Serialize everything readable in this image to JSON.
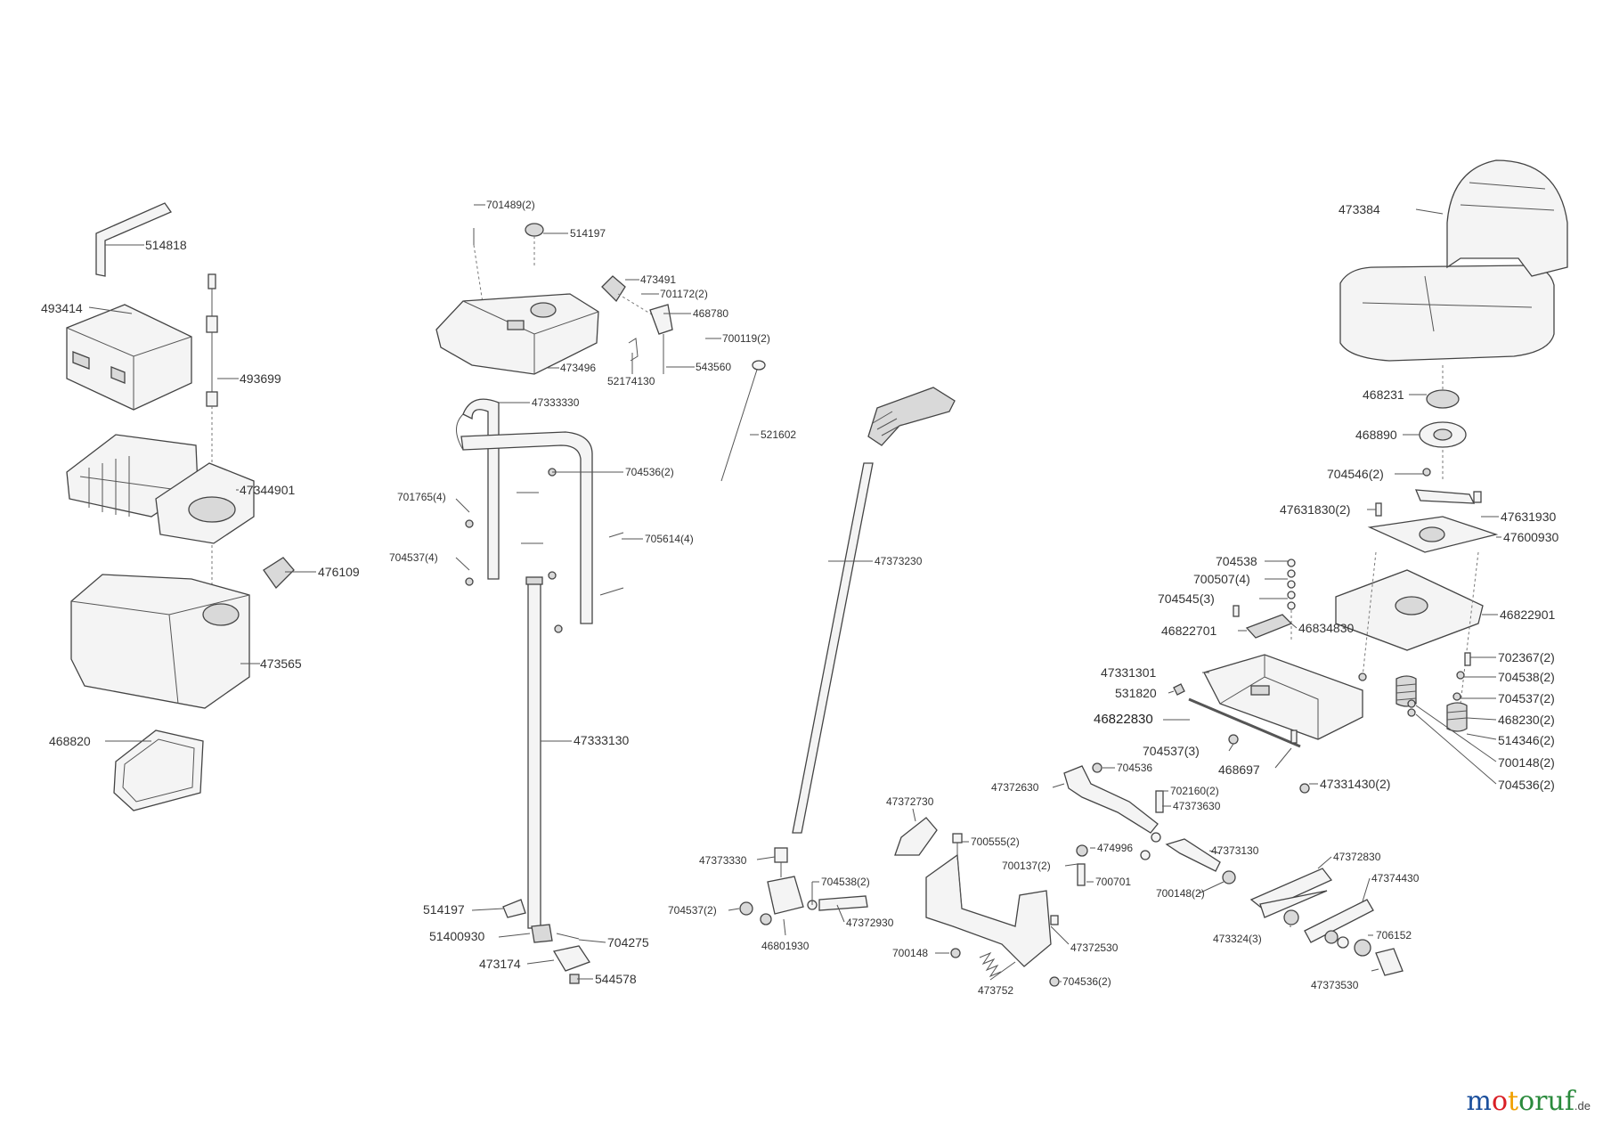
{
  "labels": [
    "514818",
    "493414",
    "493699",
    "47344901",
    "476109",
    "473565",
    "468820",
    "701489(2)",
    "514197",
    "473491",
    "701172(2)",
    "468780",
    "700119(2)",
    "473496",
    "52174130",
    "543560",
    "47333330",
    "521602",
    "704536(2)",
    "701765(4)",
    "704537(4)",
    "705614(4)",
    "47333130",
    "514197",
    "51400930",
    "704275",
    "473174",
    "544578",
    "47373230",
    "47372730",
    "47373330",
    "704538(2)",
    "704537(2)",
    "47372930",
    "46801930",
    "700555(2)",
    "700137(2)",
    "700701",
    "700148",
    "473752",
    "47372530",
    "704536(2)",
    "47372630",
    "704536",
    "702160(2)",
    "47373630",
    "474996",
    "47373130",
    "700148(2)",
    "47372830",
    "47374430",
    "473324(3)",
    "706152",
    "47373530",
    "473384",
    "468231",
    "468890",
    "704546(2)",
    "47631830(2)",
    "47631930",
    "47600930",
    "704538",
    "700507(4)",
    "704545(3)",
    "46822701",
    "46834830",
    "46822901",
    "47331301",
    "531820",
    "46822830",
    "704537(3)",
    "468697",
    "47331430(2)",
    "702367(2)",
    "704538(2)",
    "704537(2)",
    "468230(2)",
    "514346(2)",
    "700148(2)",
    "704536(2)"
  ],
  "watermark": {
    "parts": [
      "m",
      "o",
      "t",
      "oruf"
    ],
    "tld": ".de",
    "colors": [
      "#1b4f9c",
      "#d91f26",
      "#f0a000",
      "#2a8a3c"
    ]
  }
}
